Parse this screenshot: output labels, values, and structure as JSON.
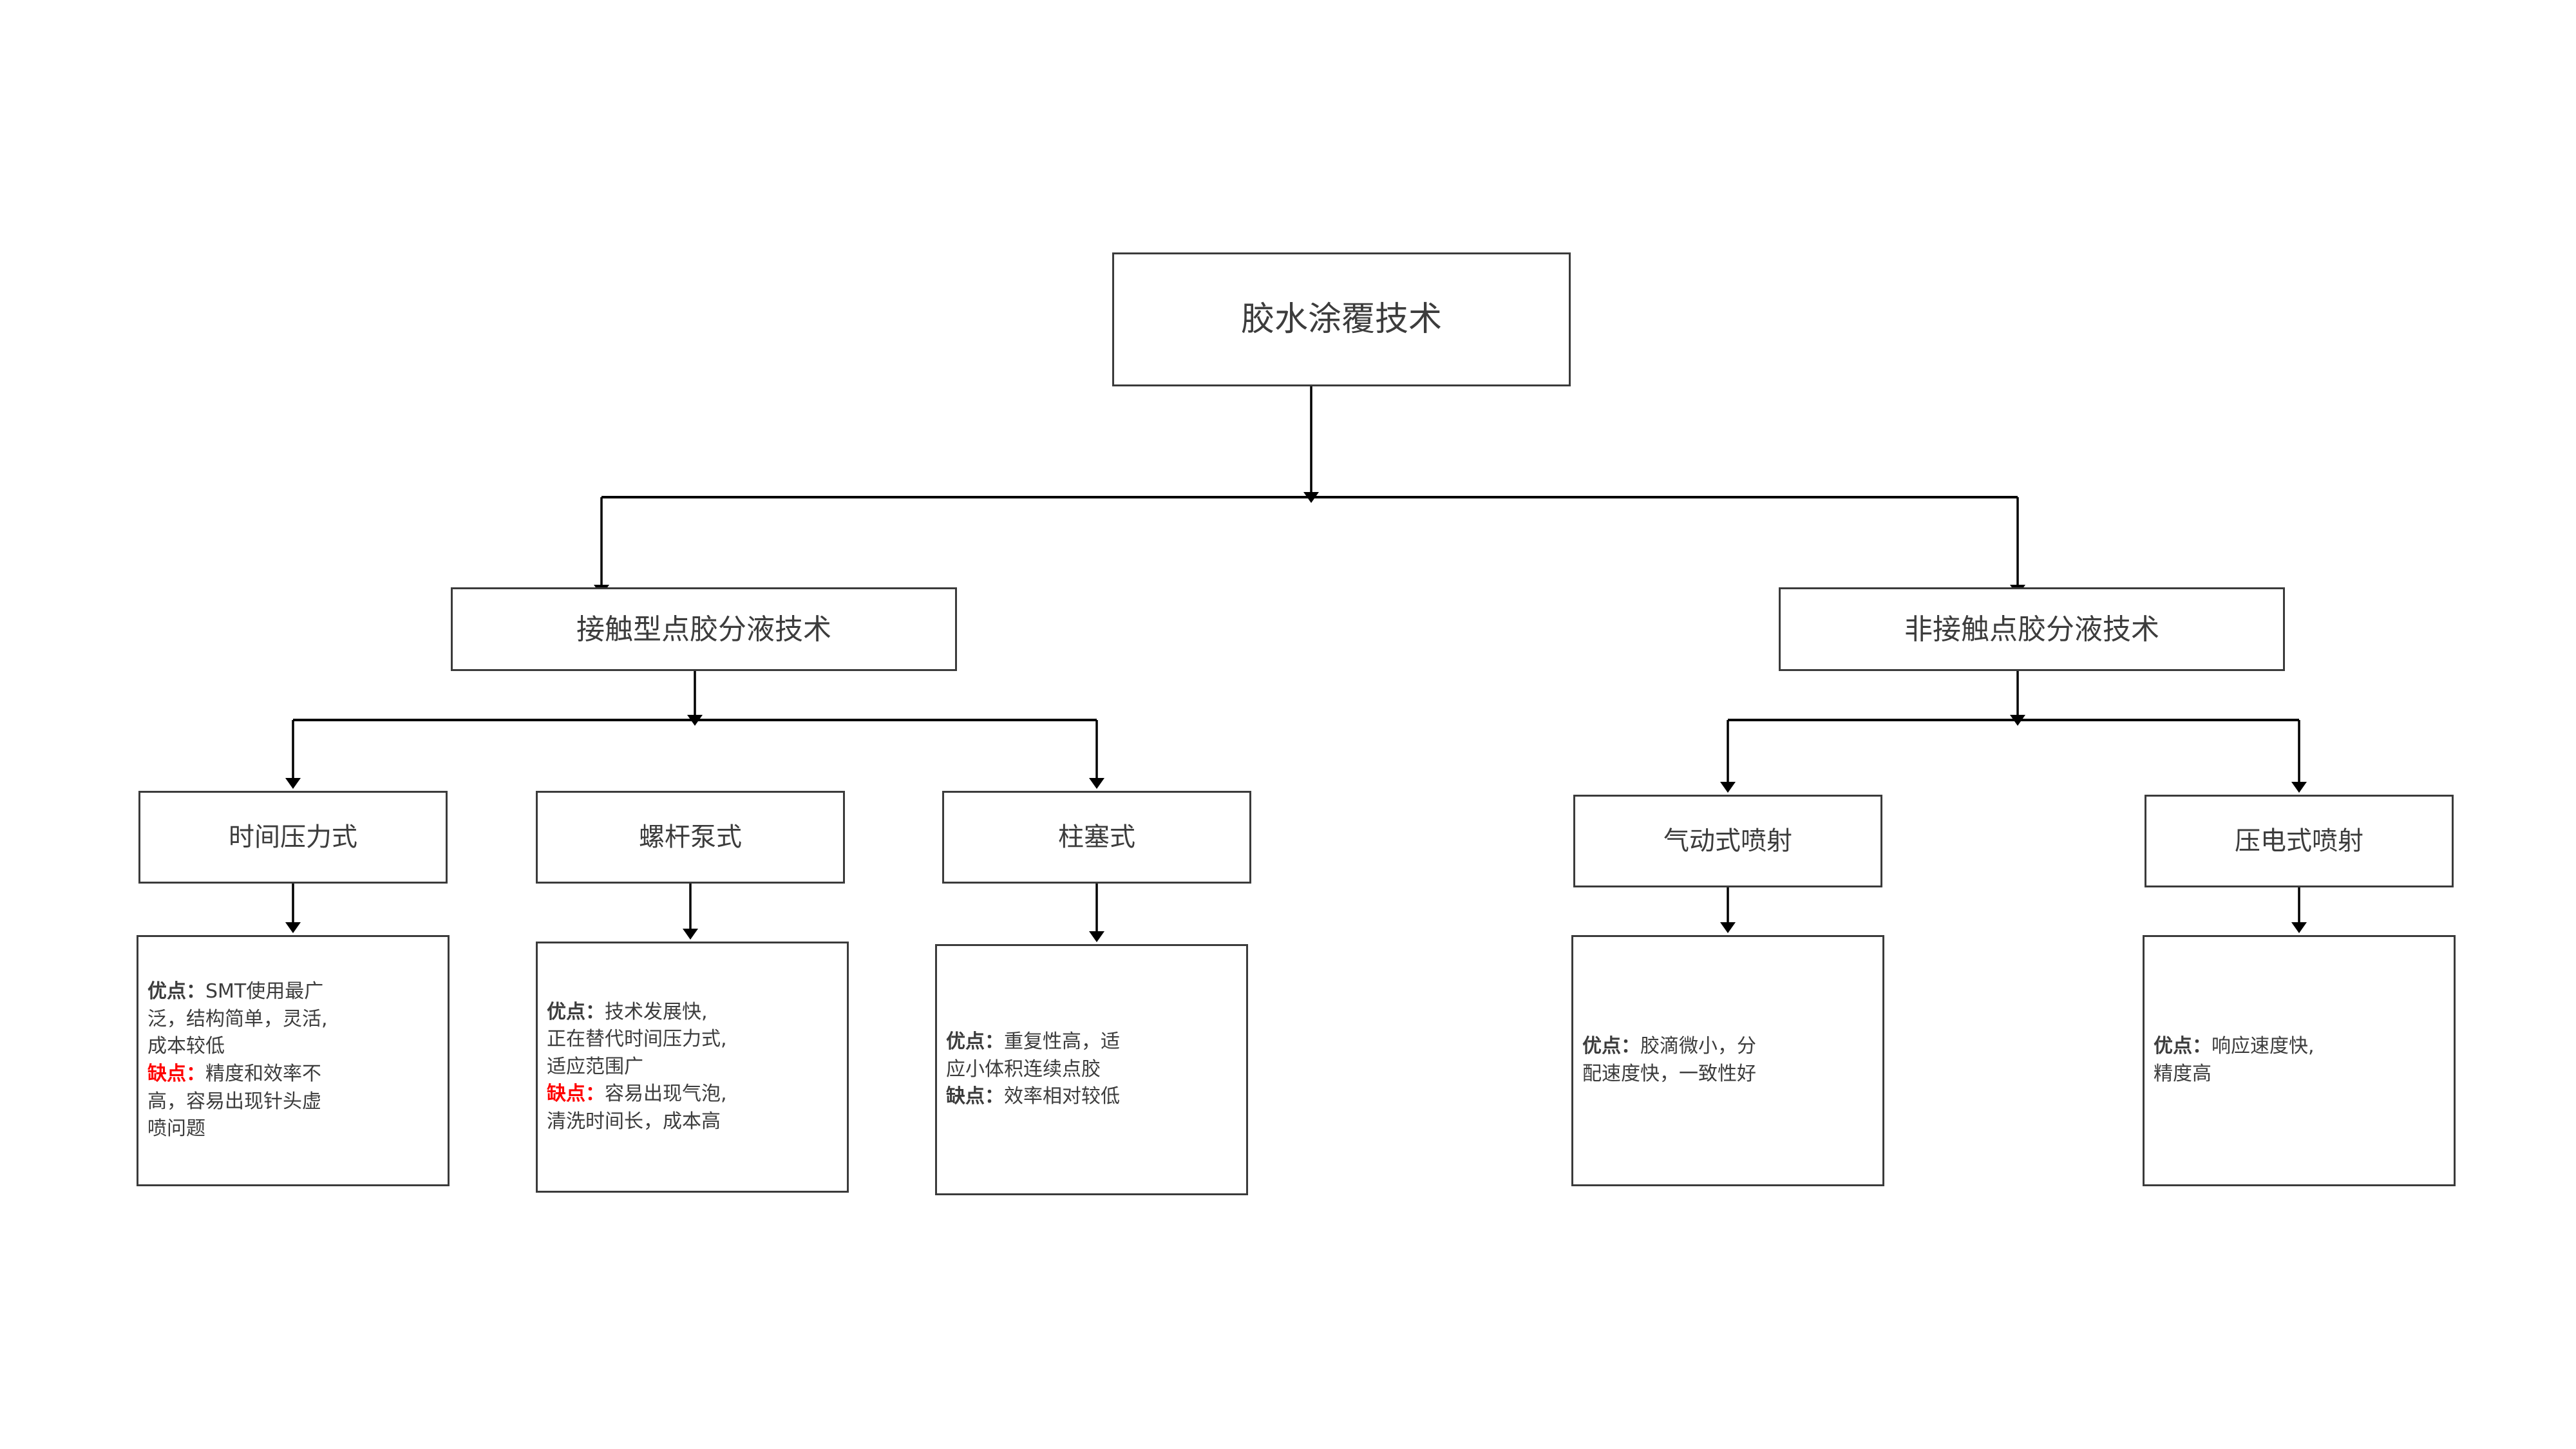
{
  "diagram": {
    "type": "tree-flowchart",
    "background_color": "#ffffff",
    "node_border_color": "#3b3b3b",
    "text_color": "#3c3c3c",
    "highlight_color": "#ff0000",
    "root": {
      "label": "胶水涂覆技术"
    },
    "branches": [
      {
        "id": "contact",
        "label": "接触型点胶分液技术"
      },
      {
        "id": "noncontact",
        "label": "非接触点胶分液技术"
      }
    ],
    "methods": [
      {
        "id": "time-pressure",
        "label": "时间压力式",
        "detail": {
          "pros_tag": "优点：",
          "pros_tag_color": "#3c3c3c",
          "pros_lines": [
            "SMT使用最广",
            "泛，结构简单，灵活,",
            "成本较低"
          ],
          "cons_tag": "缺点：",
          "cons_tag_color": "#ff0000",
          "cons_lines": [
            "精度和效率不",
            "高，容易出现针头虚",
            "喷问题"
          ]
        }
      },
      {
        "id": "screw-pump",
        "label": "螺杆泵式",
        "detail": {
          "pros_tag": "优点：",
          "pros_tag_color": "#3c3c3c",
          "pros_lines": [
            "技术发展快,",
            "正在替代时间压力式,",
            "适应范围广"
          ],
          "cons_tag": "缺点：",
          "cons_tag_color": "#ff0000",
          "cons_lines": [
            "容易出现气泡,",
            "清洗时间长，成本高"
          ]
        }
      },
      {
        "id": "piston",
        "label": "柱塞式",
        "detail": {
          "pros_tag": "优点：",
          "pros_tag_color": "#3c3c3c",
          "pros_lines": [
            "重复性高，适",
            "应小体积连续点胶"
          ],
          "cons_tag": "缺点：",
          "cons_tag_color": "#3c3c3c",
          "cons_lines": [
            "效率相对较低"
          ]
        }
      },
      {
        "id": "pneumatic-jet",
        "label": "气动式喷射",
        "detail": {
          "pros_tag": "优点：",
          "pros_tag_color": "#3c3c3c",
          "pros_lines": [
            "胶滴微小，分",
            "配速度快，一致性好"
          ],
          "cons_tag": "",
          "cons_tag_color": "#3c3c3c",
          "cons_lines": []
        }
      },
      {
        "id": "piezo-jet",
        "label": "压电式喷射",
        "detail": {
          "pros_tag": "优点：",
          "pros_tag_color": "#3c3c3c",
          "pros_lines": [
            "响应速度快,",
            "精度高"
          ],
          "cons_tag": "",
          "cons_tag_color": "#3c3c3c",
          "cons_lines": []
        }
      }
    ]
  }
}
